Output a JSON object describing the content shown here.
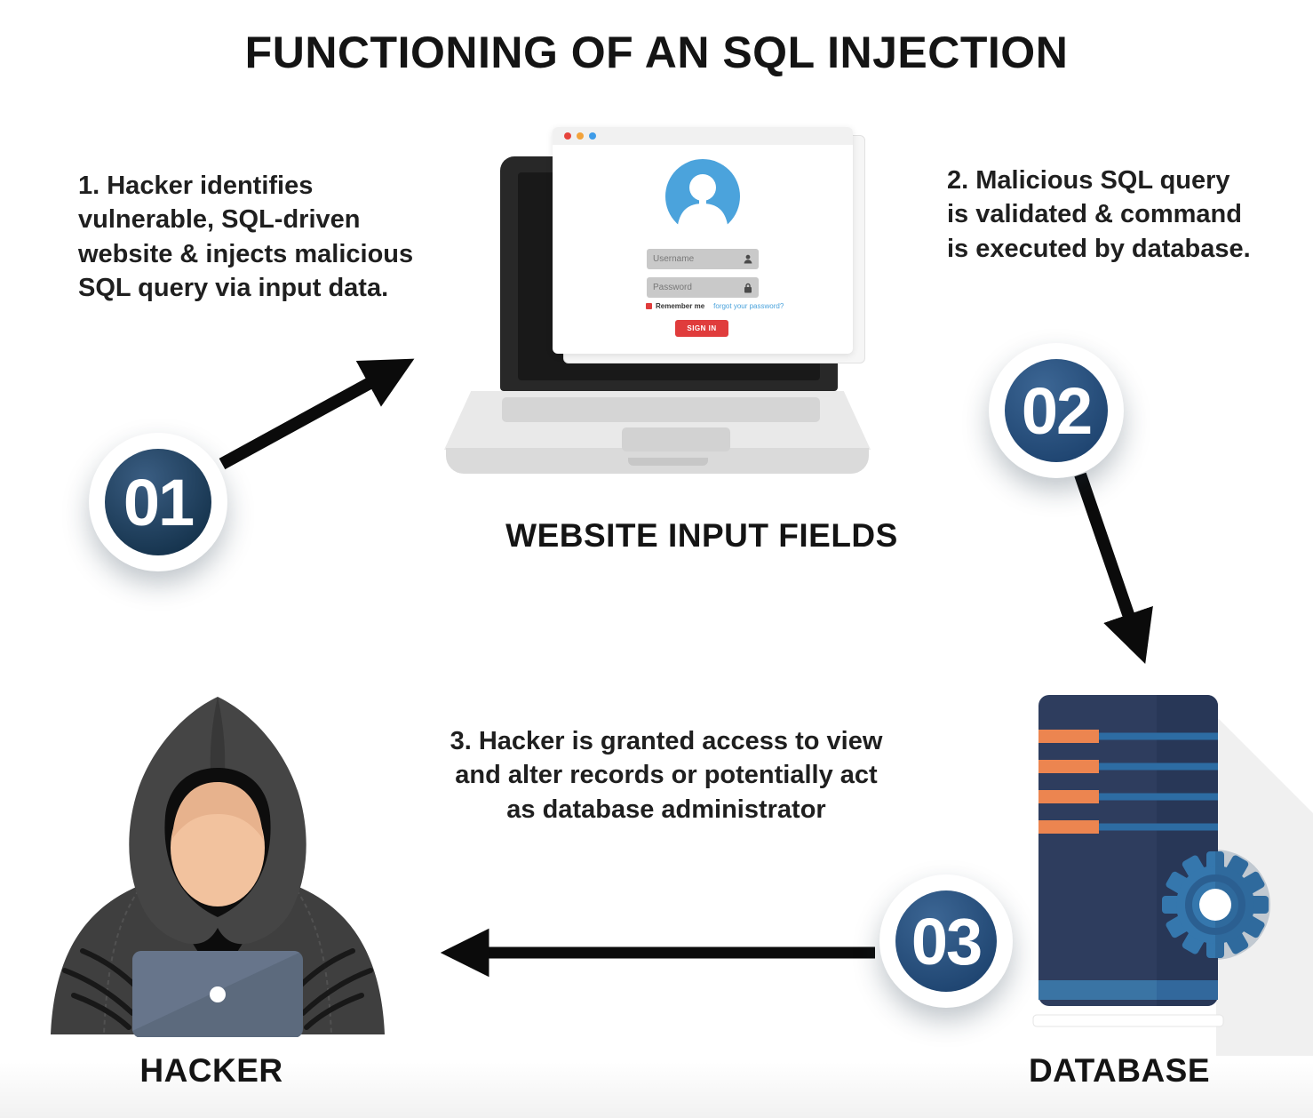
{
  "title": "FUNCTIONING OF AN SQL INJECTION",
  "steps": [
    {
      "number": "01",
      "text": "1. Hacker identifies\nvulnerable, SQL-driven\nwebsite & injects malicious\nSQL query via input data."
    },
    {
      "number": "02",
      "text": "2. Malicious SQL query\nis validated & command\nis executed by database."
    },
    {
      "number": "03",
      "text": "3. Hacker is granted access to view\nand alter records or potentially act\nas database administrator"
    }
  ],
  "labels": {
    "website": "WEBSITE INPUT FIELDS",
    "hacker": "HACKER",
    "database": "DATABASE"
  },
  "login_form": {
    "username_placeholder": "Username",
    "password_placeholder": "Password",
    "remember_label": "Remember me",
    "forgot_link": "forgot your password?",
    "sign_in_label": "SIGN IN"
  },
  "palette": {
    "badge_navy": "#16344e",
    "badge_blue": "#1f4571",
    "arrow_black": "#0b0b0b",
    "db_navy": "#2e3d5e",
    "db_navy_dark": "#283757",
    "db_orange": "#ec8550",
    "db_blue_line": "#2d6ca3",
    "db_band_blue": "#3a74a4",
    "gear_blue": "#3577ad",
    "avatar_blue": "#4ba3dc",
    "signin_red": "#e03c3c",
    "hoodie_gray": "#424242",
    "face_skin": "#f2c29e",
    "hacker_laptop_slate": "#5c6a7d"
  }
}
